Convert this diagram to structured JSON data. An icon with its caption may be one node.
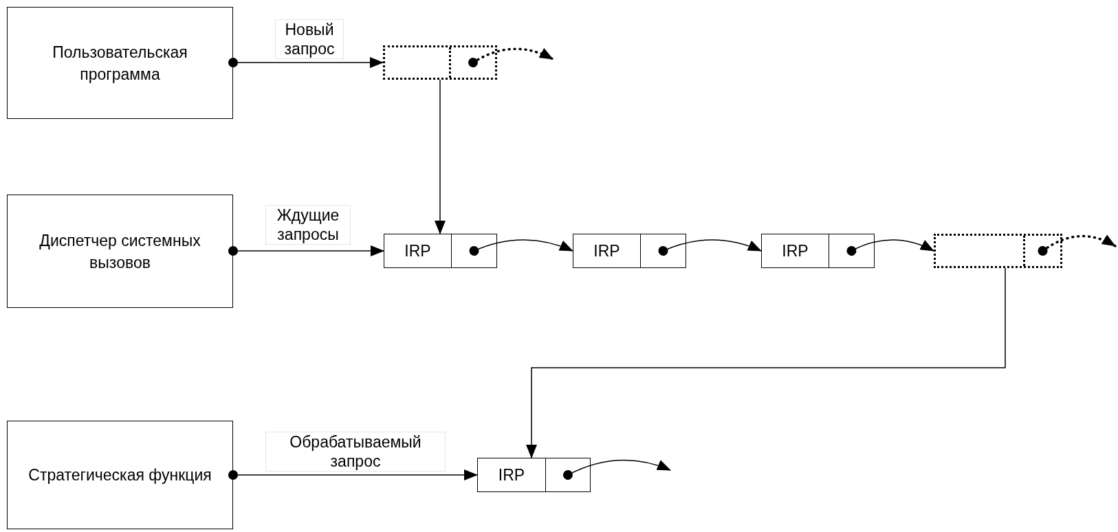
{
  "diagram": {
    "nodes": [
      {
        "text": [
          "Пользовательская программа"
        ]
      },
      {
        "text": [
          "Диспетчер системных вызовов"
        ]
      },
      {
        "text": [
          "Стратегическая функция"
        ]
      },
      {
        "text": [],
        "shape": "box"
      },
      {
        "text": [
          "IRP"
        ]
      },
      {
        "text": [
          "IRP"
        ]
      },
      {
        "text": [
          "IRP"
        ]
      },
      {
        "text": [],
        "shape": "box"
      },
      {
        "text": [
          "IRP"
        ]
      }
    ],
    "edges": [
      {
        "from": 0,
        "to": 3,
        "arrow": "to",
        "label": "Новый запрос"
      },
      {
        "from": 3,
        "to": null,
        "arrow": "to",
        "style": "dashed"
      },
      {
        "from": 3,
        "to": 4,
        "arrow": "to"
      },
      {
        "from": 1,
        "to": 4,
        "arrow": "to",
        "label": "Ждущие запросы"
      },
      {
        "from": 4,
        "to": 5,
        "arrow": "to"
      },
      {
        "from": 5,
        "to": 6,
        "arrow": "to"
      },
      {
        "from": 6,
        "to": 7,
        "arrow": "to"
      },
      {
        "from": 7,
        "to": null,
        "arrow": "to",
        "style": "dashed"
      },
      {
        "from": 7,
        "to": 8,
        "arrow": "to"
      },
      {
        "from": 2,
        "to": 8,
        "arrow": "to",
        "label": "Обрабатываемый запрос"
      },
      {
        "from": 8,
        "to": null,
        "arrow": "to"
      }
    ]
  }
}
